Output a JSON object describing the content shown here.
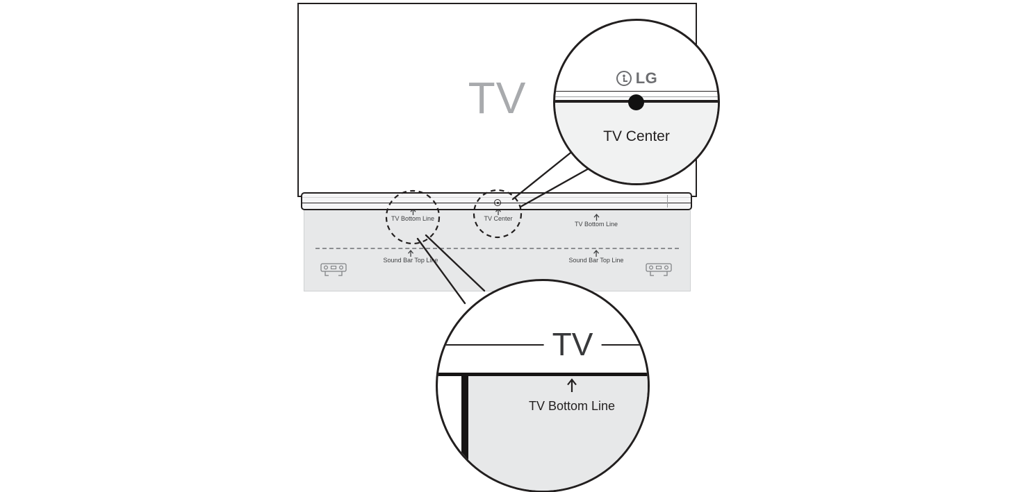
{
  "colors": {
    "outline": "#221f1f",
    "tv_text_gray": "#a8aaad",
    "template_gray": "#e7e8e9",
    "label_text": "#3f4042",
    "lg_gray": "#6d6e71"
  },
  "diagram": {
    "tv_label": "TV",
    "template": {
      "tv_bottom_line_left": "TV Bottom Line",
      "tv_center": "TV Center",
      "tv_bottom_line_right": "TV Bottom Line",
      "sound_bar_top_line_left": "Sound Bar Top Line",
      "sound_bar_top_line_right": "Sound Bar Top Line"
    },
    "callout_tv_center": {
      "brand": "LG",
      "label": "TV Center"
    },
    "callout_tv_bottom_line": {
      "tv_label": "TV",
      "label": "TV Bottom Line"
    }
  }
}
